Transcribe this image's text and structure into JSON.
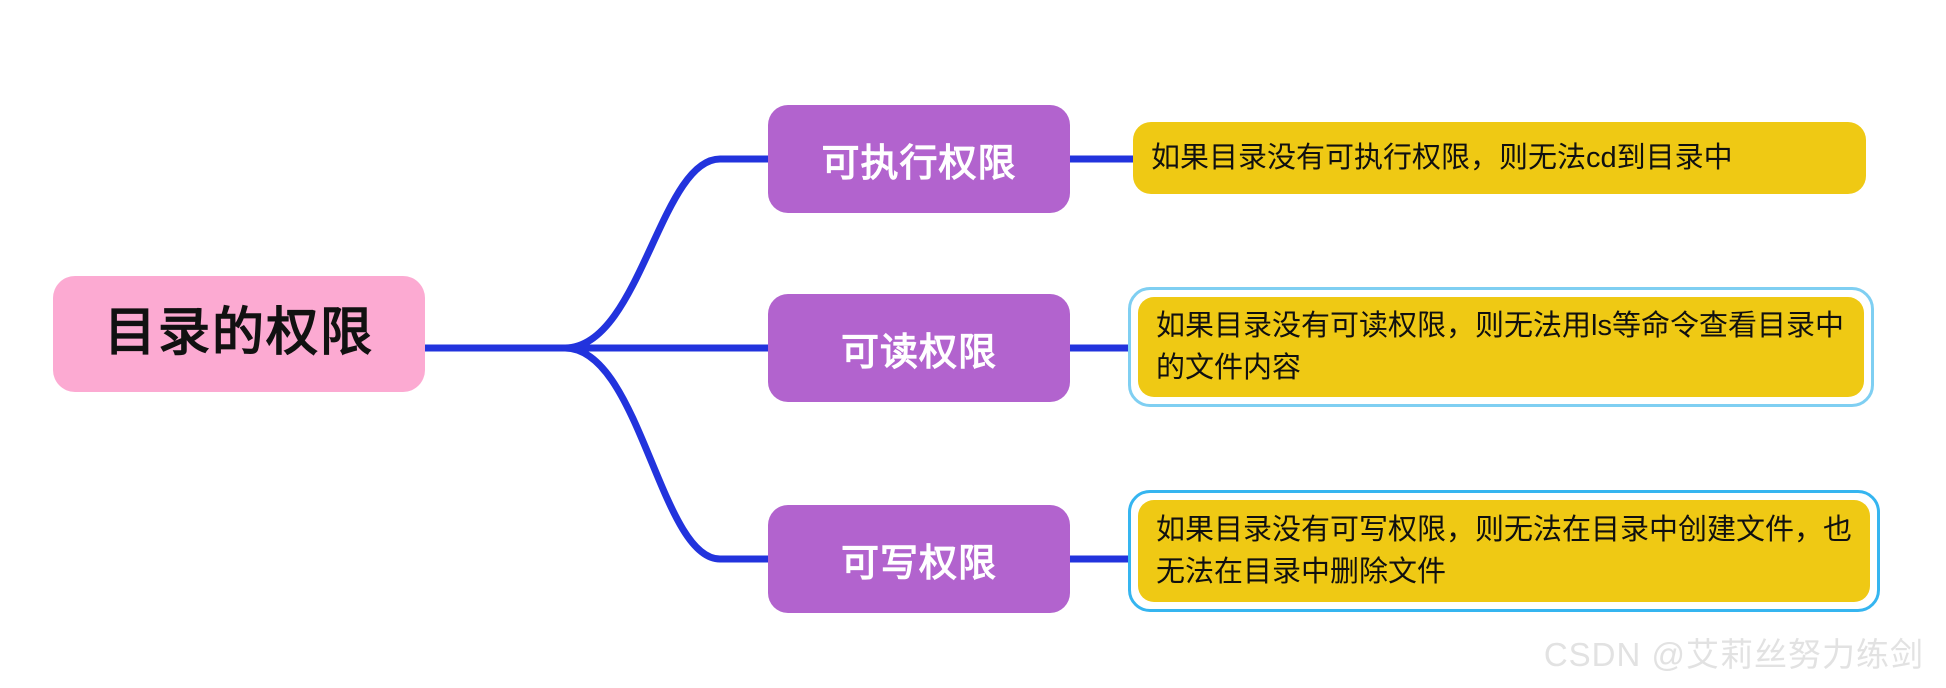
{
  "diagram": {
    "type": "mind-map",
    "title": "目录的权限",
    "background_color": "#FFFFFF",
    "connector_color": "#2233DD",
    "root": {
      "label": "目录的权限",
      "fill": "#FCAAD2",
      "text_color": "#111111"
    },
    "branches": [
      {
        "label": "可执行权限",
        "fill": "#B263CE",
        "text_color": "#FFFFFF",
        "leaf": {
          "text": "如果目录没有可执行权限，则无法cd到目录中",
          "fill": "#EFC914",
          "text_color": "#101010",
          "selected": false,
          "selection_color": ""
        }
      },
      {
        "label": "可读权限",
        "fill": "#B263CE",
        "text_color": "#FFFFFF",
        "leaf": {
          "text": "如果目录没有可读权限，则无法用ls等命令查看目录中的文件内容",
          "fill": "#EFC914",
          "text_color": "#101010",
          "selected": true,
          "selection_color": "#7FCFF2"
        }
      },
      {
        "label": "可写权限",
        "fill": "#B263CE",
        "text_color": "#FFFFFF",
        "leaf": {
          "text": "如果目录没有可写权限，则无法在目录中创建文件，也无法在目录中删除文件",
          "fill": "#EFC914",
          "text_color": "#101010",
          "selected": true,
          "selection_color": "#35B5F0"
        }
      }
    ]
  },
  "watermark": {
    "text": "CSDN @艾莉丝努力练剑",
    "color": "#E2E2E2"
  }
}
